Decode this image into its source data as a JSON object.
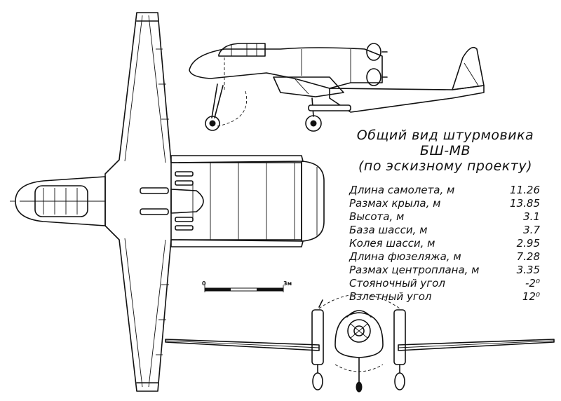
{
  "title": {
    "line1": "Общий вид штурмовика",
    "line2": "БШ-МВ",
    "line3": "(по эскизному проекту)"
  },
  "specs": [
    {
      "label": "Длина самолета, м",
      "value": "11.26"
    },
    {
      "label": "Размах крыла, м",
      "value": "13.85"
    },
    {
      "label": "Высота, м",
      "value": "3.1"
    },
    {
      "label": "База шасси, м",
      "value": "3.7"
    },
    {
      "label": "Колея шасси, м",
      "value": "2.95"
    },
    {
      "label": "Длина фюзеляжа, м",
      "value": "7.28"
    },
    {
      "label": "Размах центроплана, м",
      "value": "3.35"
    },
    {
      "label": "Стояночный угол",
      "value": "-2⁰"
    },
    {
      "label": "Взлетный угол",
      "value": "12⁰"
    }
  ],
  "scale_bar": {
    "start": "0",
    "end": "3м"
  }
}
